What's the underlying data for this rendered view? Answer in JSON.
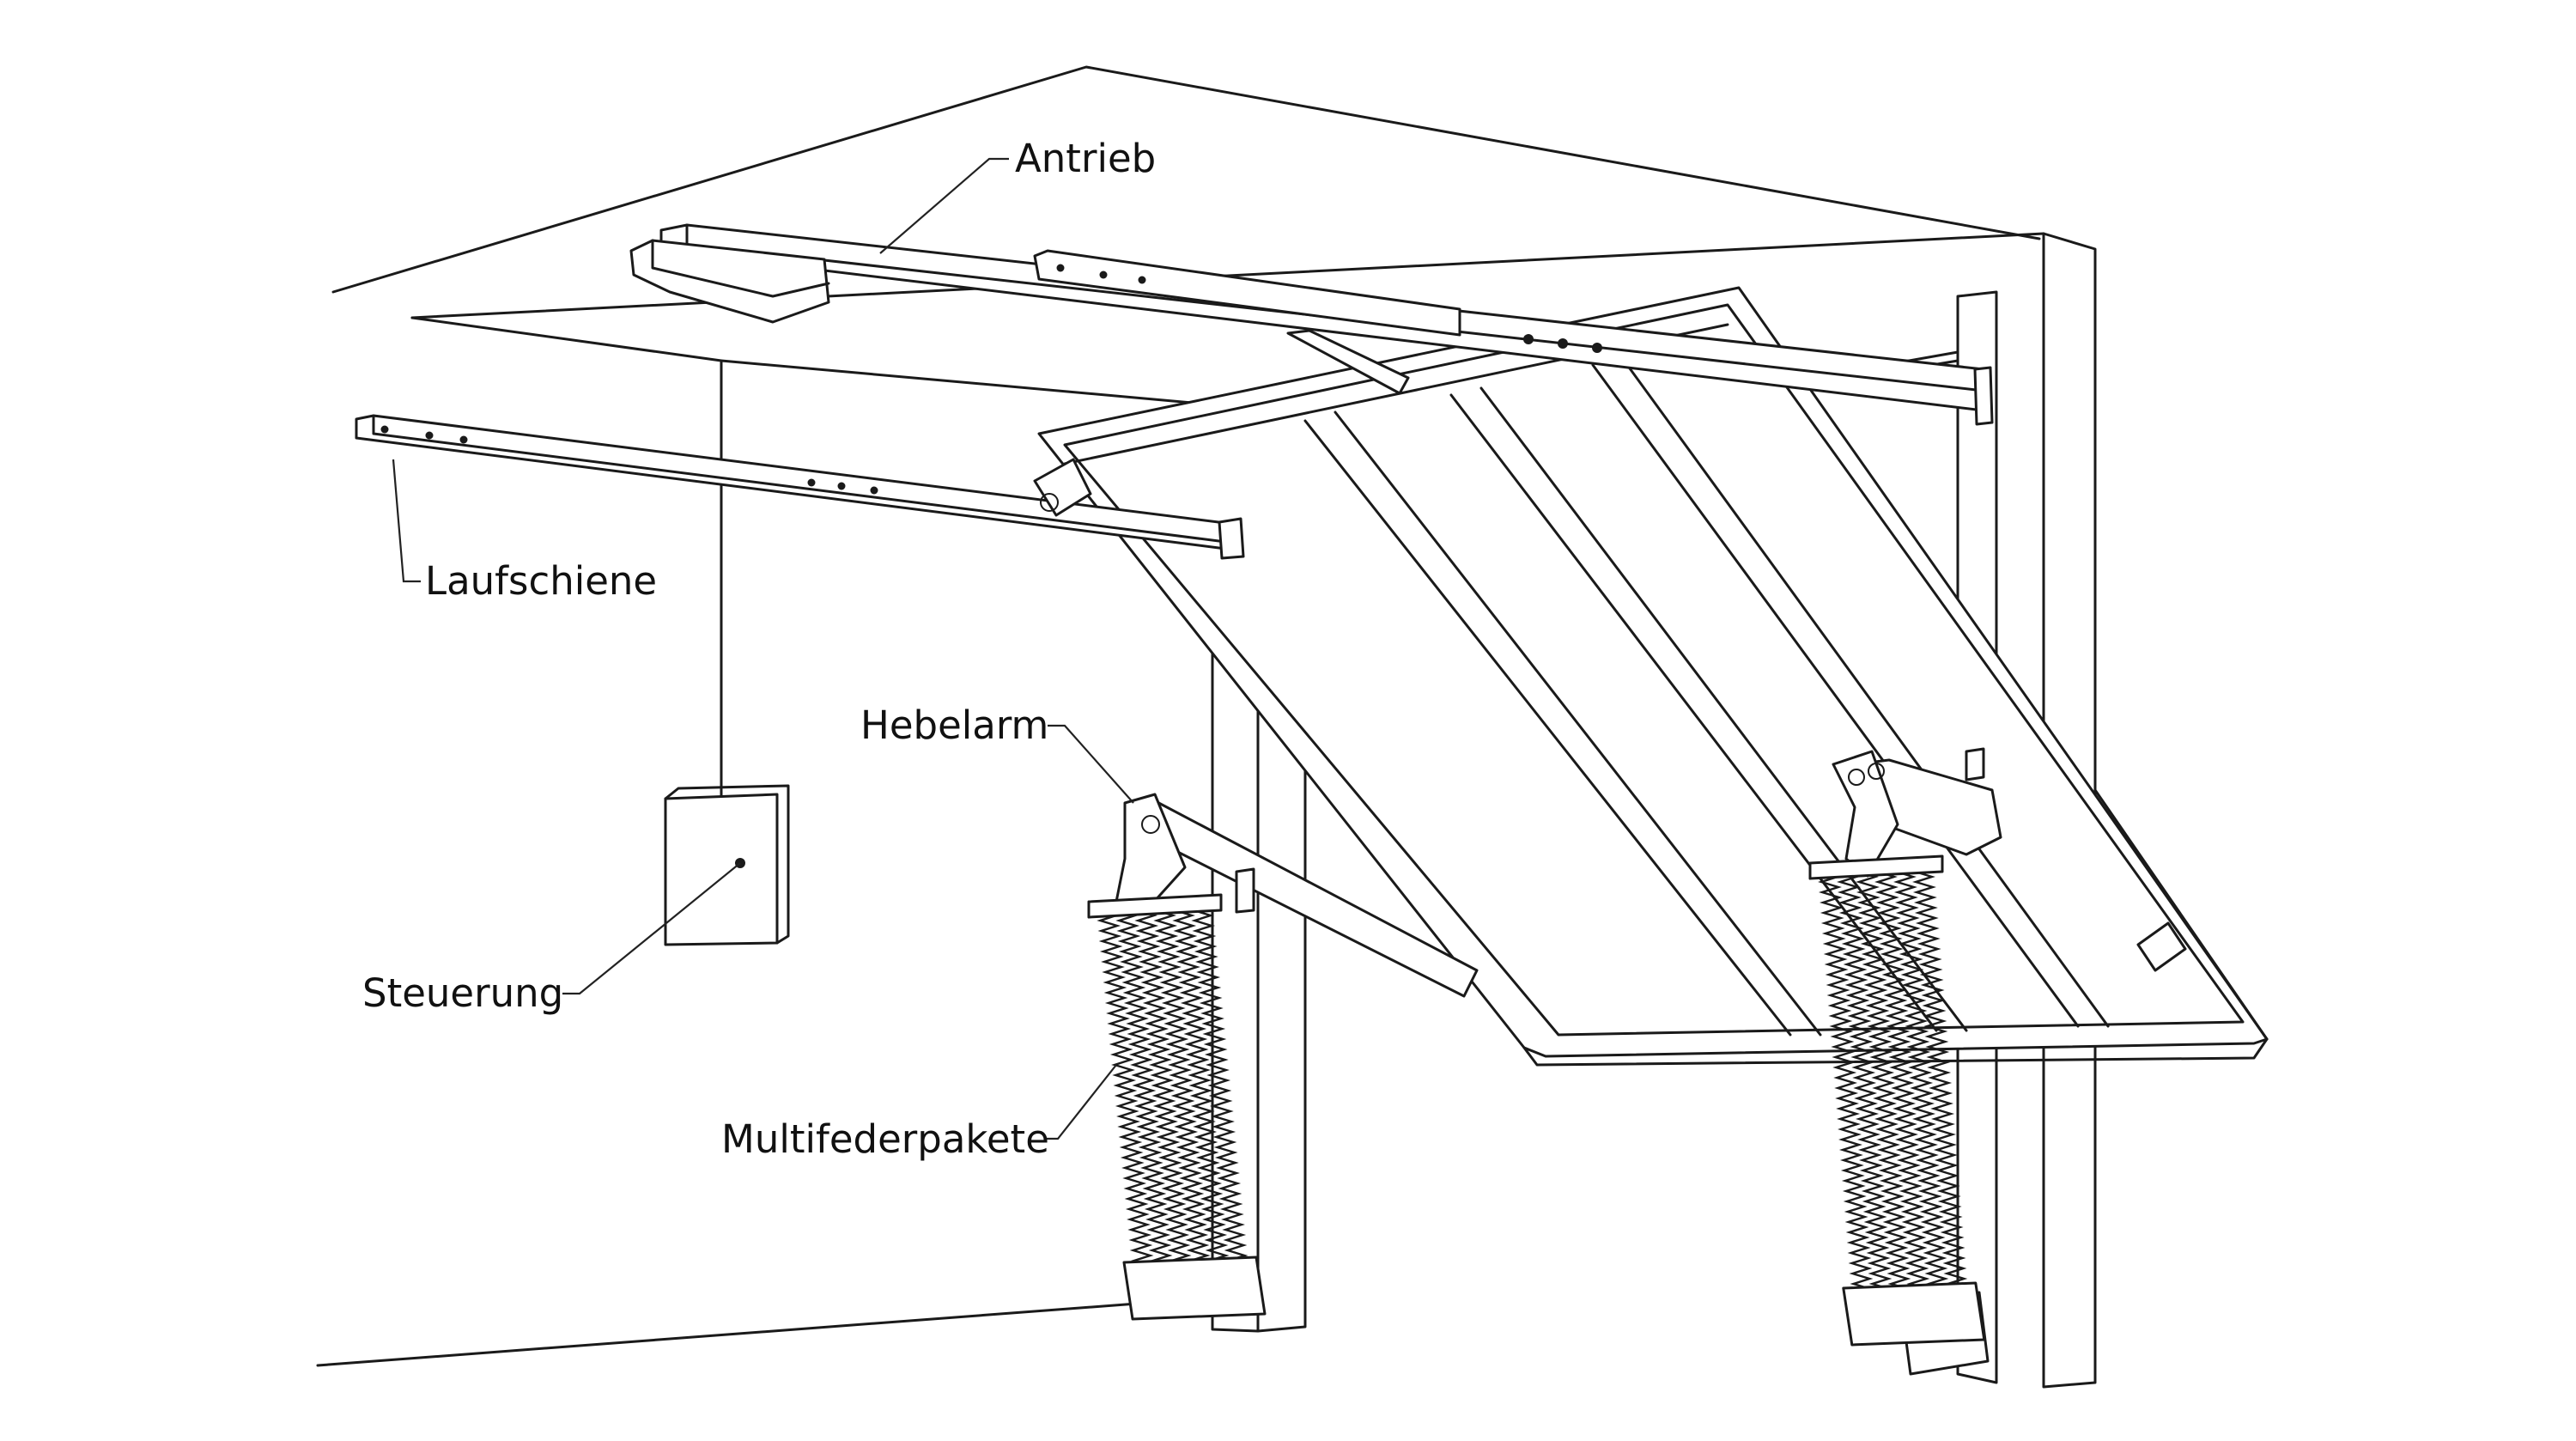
{
  "labels": {
    "antrieb": "Antrieb",
    "laufschiene": "Laufschiene",
    "hebelarm": "Hebelarm",
    "steuerung": "Steuerung",
    "multifederpakete": "Multifederpakete"
  },
  "colors": {
    "line": "#1a1a1a",
    "background": "#ffffff"
  }
}
